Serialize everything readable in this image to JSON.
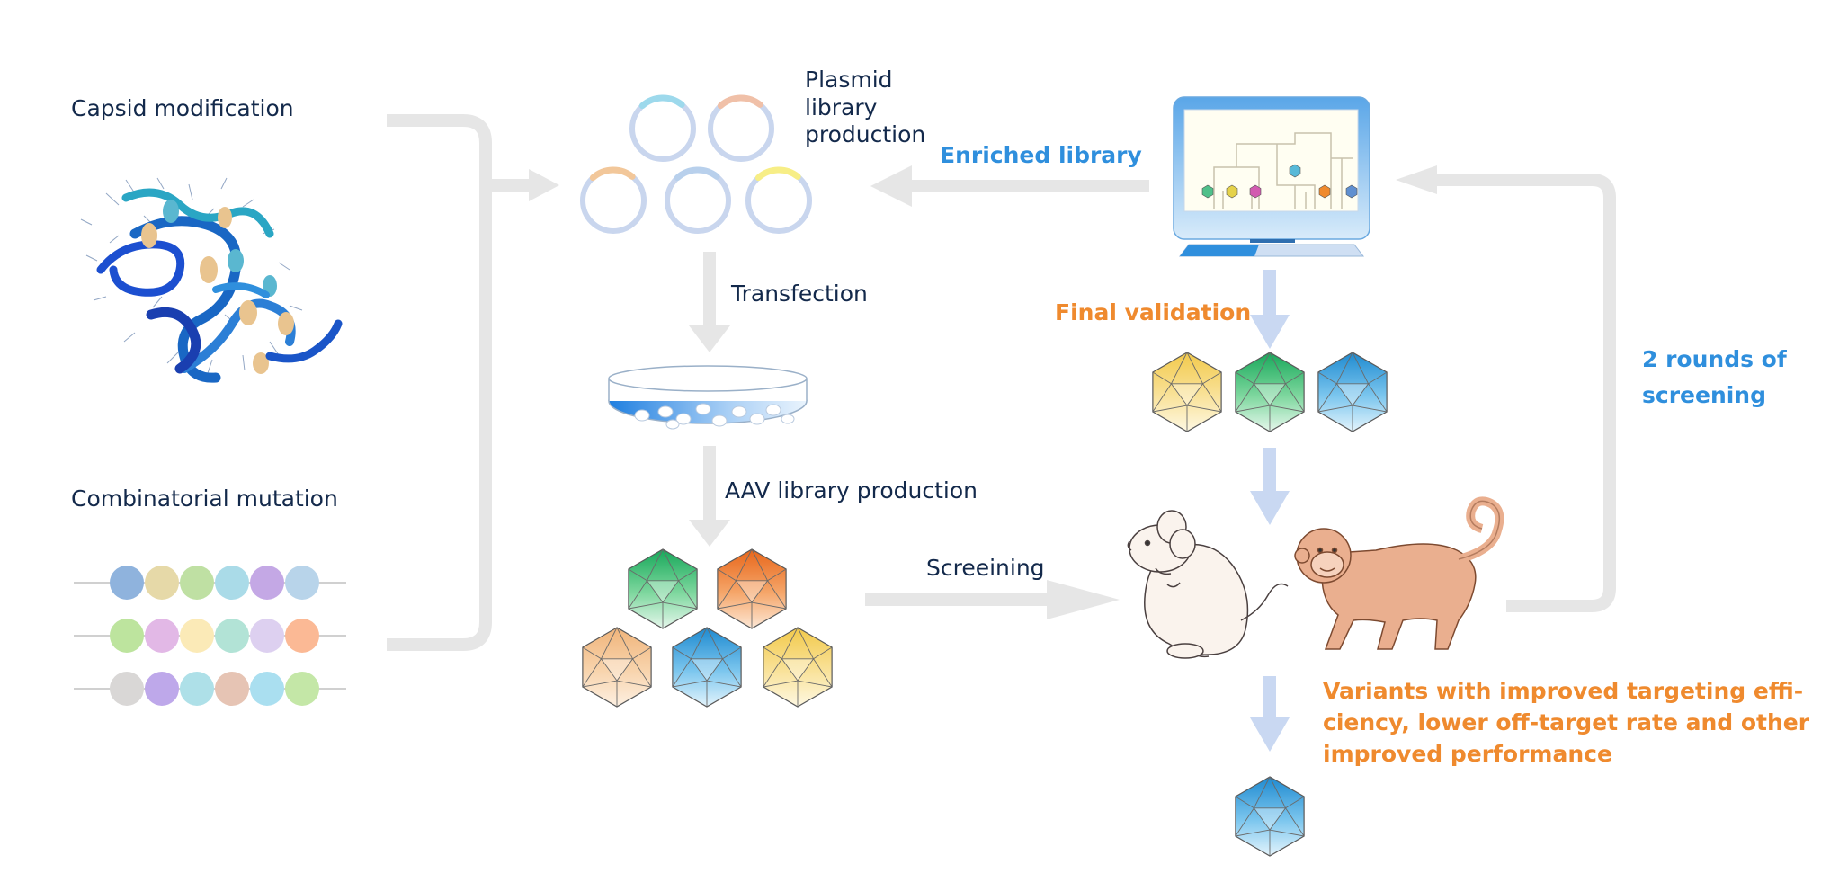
{
  "labels": {
    "capsid_modification": "Capsid modification",
    "combinatorial_mutation": "Combinatorial mutation",
    "plasmid_library": "Plasmid\nlibrary\nproduction",
    "transfection": "Transfection",
    "aav_library_production": "AAV library production",
    "screening": "Screeining",
    "enriched_library": "Enriched library",
    "final_validation": "Final validation",
    "rounds_of_screening": "2 rounds of\nscreening",
    "variants_result": "Variants with improved targeting effi-\nciency, lower off-target rate and other\nimproved performance"
  },
  "colors": {
    "dark_text": "#13294b",
    "blue_text": "#2f8fdd",
    "orange_text": "#ef8a2e",
    "arrow_gray": "#e6e6e6",
    "arrow_blue": "#c9d8f2"
  },
  "bead_rows": [
    [
      "#8fb3dd",
      "#e6d9a8",
      "#bfe0a3",
      "#aadbe8",
      "#c4a8e5",
      "#b8d4ea"
    ],
    [
      "#bde49e",
      "#e2b8e6",
      "#fbeab7",
      "#b2e3d6",
      "#ddd0f0",
      "#fbb995"
    ],
    [
      "#d9d7d6",
      "#bea8ea",
      "#aee0e8",
      "#e6c4b4",
      "#aadff0",
      "#c4e7a7"
    ]
  ],
  "plasmid_tags": [
    "#9dd9ec",
    "#f0c0a8",
    "#f2c79a",
    "#b8d0ec",
    "#f7ee86"
  ],
  "aav_library_capsids": [
    "green",
    "orange",
    "peach",
    "blue",
    "yellow"
  ],
  "validation_capsids": [
    "yellow",
    "green",
    "blue"
  ],
  "result_capsid": "blue",
  "dendrogram_tags": [
    "#4fc08a",
    "#e5d24a",
    "#d25bb0",
    "#58b9d8",
    "#ef8a2e",
    "#5f8fd0"
  ]
}
